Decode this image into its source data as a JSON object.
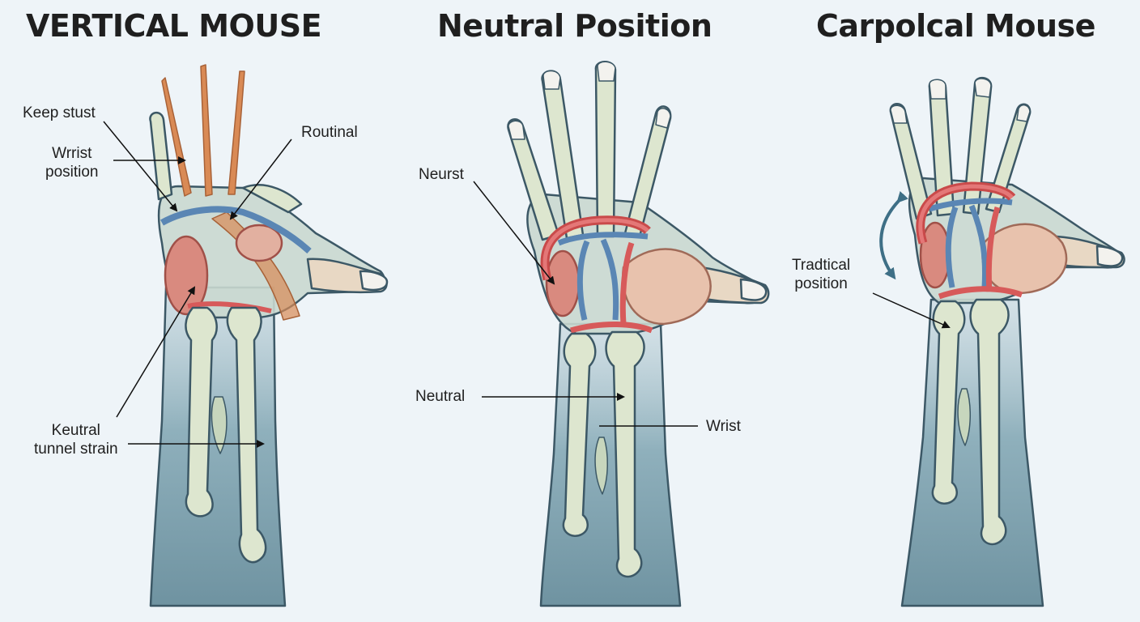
{
  "panels": {
    "left": {
      "title": "VERTICAL MOUSE"
    },
    "middle": {
      "title": "Neutral Position"
    },
    "right": {
      "title": "Carpolcal Mouse"
    }
  },
  "labels": {
    "keep_stust": "Keep stust",
    "wrist_line1": "Wrrist",
    "wrist_line2": "position",
    "routinal": "Routinal",
    "neutral_tunnel_line1": "Keutral",
    "neutral_tunnel_line2": "tunnel strain",
    "neurst": "Neurst",
    "neutral": "Neutral",
    "wrist": "Wrist",
    "tradtical_line1": "Tradtical",
    "tradtical_line2": "position"
  },
  "colors": {
    "background": "#eef4f8",
    "forearm": "#7fa0ad",
    "bone": "#dde6cf",
    "outline": "#3c5866",
    "nerve": "#5a86b4",
    "artery": "#d75a5a",
    "tendon": "#d98a55",
    "muscle": "#e8c2ad"
  }
}
